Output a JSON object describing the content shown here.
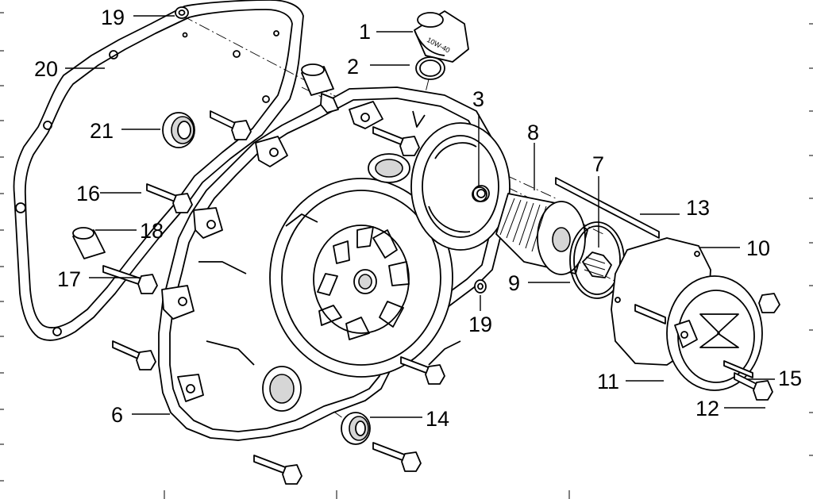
{
  "diagram": {
    "type": "exploded-parts-view",
    "callouts": [
      {
        "id": "1",
        "text": "1"
      },
      {
        "id": "2",
        "text": "2"
      },
      {
        "id": "3",
        "text": "3"
      },
      {
        "id": "6",
        "text": "6"
      },
      {
        "id": "7",
        "text": "7"
      },
      {
        "id": "8",
        "text": "8"
      },
      {
        "id": "9",
        "text": "9"
      },
      {
        "id": "10",
        "text": "10"
      },
      {
        "id": "11",
        "text": "11"
      },
      {
        "id": "12",
        "text": "12"
      },
      {
        "id": "13",
        "text": "13"
      },
      {
        "id": "14",
        "text": "14"
      },
      {
        "id": "15",
        "text": "15"
      },
      {
        "id": "16",
        "text": "16"
      },
      {
        "id": "17",
        "text": "17"
      },
      {
        "id": "18",
        "text": "18"
      },
      {
        "id": "19a",
        "text": "19"
      },
      {
        "id": "19b",
        "text": "19"
      },
      {
        "id": "20",
        "text": "20"
      },
      {
        "id": "21",
        "text": "21"
      }
    ],
    "oil_cap_text": "10W-40"
  },
  "colors": {
    "line": "#000000",
    "background": "#ffffff",
    "shade": "#d6d6d6"
  }
}
